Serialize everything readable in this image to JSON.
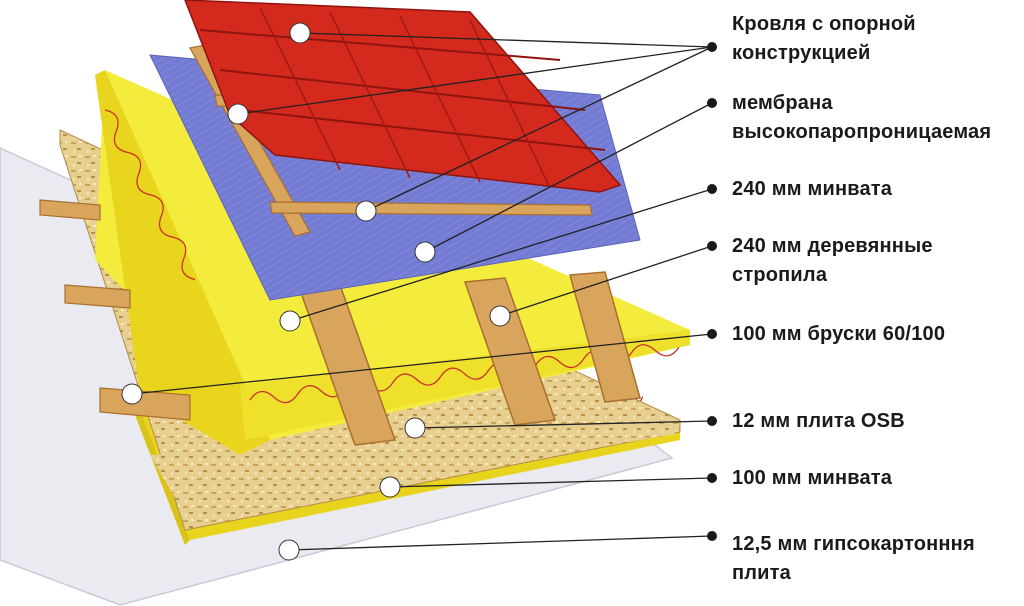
{
  "labels": [
    {
      "id": "roof",
      "lines": [
        "Кровля с опорной",
        "конструкцией"
      ]
    },
    {
      "id": "membrane",
      "lines": [
        "мембрана",
        "высокопаропроницаемая"
      ]
    },
    {
      "id": "wool240",
      "lines": [
        "240 мм минвата"
      ]
    },
    {
      "id": "rafters",
      "lines": [
        "240 мм деревянные",
        "стропила"
      ]
    },
    {
      "id": "battens",
      "lines": [
        "100 мм бруски 60/100"
      ]
    },
    {
      "id": "osb",
      "lines": [
        "12 мм плита OSB"
      ]
    },
    {
      "id": "wool100",
      "lines": [
        "100 мм минвата"
      ]
    },
    {
      "id": "drywall",
      "lines": [
        "12,5 мм гипсокартонння",
        "плита"
      ]
    }
  ],
  "colors": {
    "tile": "#d42a1e",
    "tile_dark": "#8e1410",
    "wood": "#d9a45c",
    "wood_dark": "#a86f2e",
    "membrane": "#6f78d0",
    "wool": "#f4ec3c",
    "wool_side": "#e9d51d",
    "wool_line": "#c8322a",
    "osb": "#e6cf8f",
    "drywall": "#eceef3",
    "leader": "#222222"
  }
}
